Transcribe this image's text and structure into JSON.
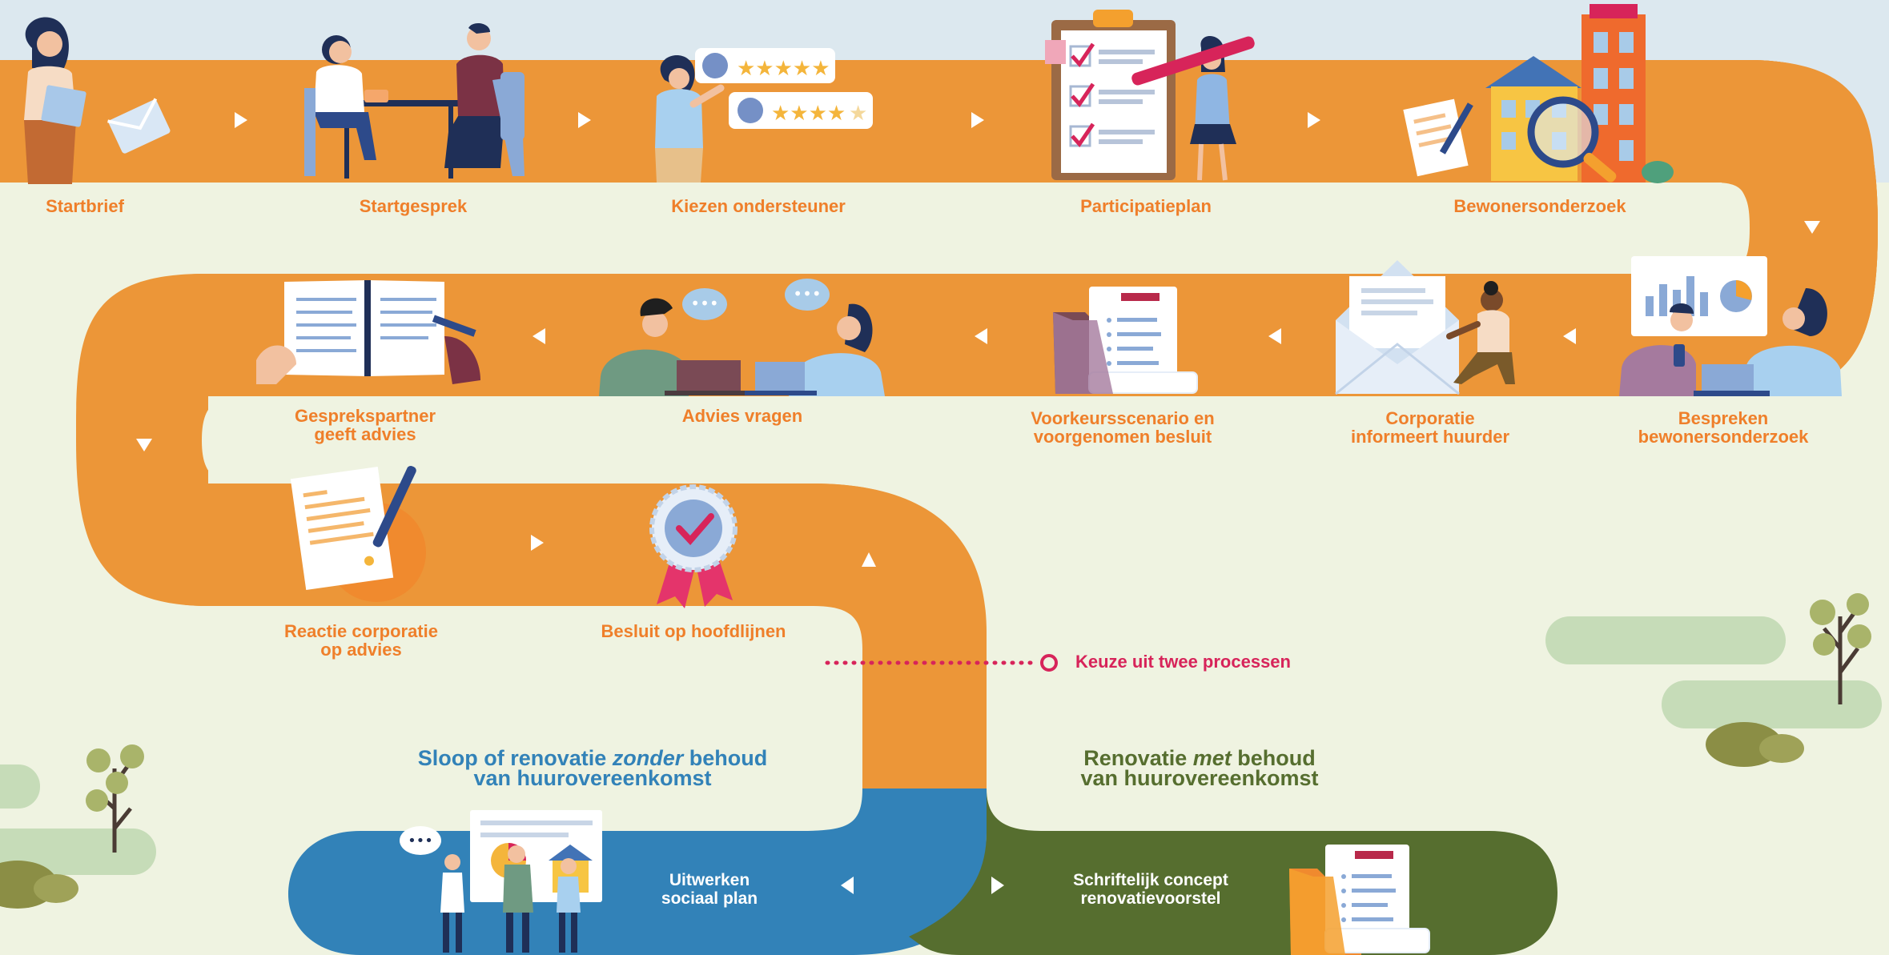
{
  "colors": {
    "sky": "#dce8ef",
    "ground": "#eff3e1",
    "road_orange": "#ec9638",
    "label_orange": "#ef7f2a",
    "road_blue": "#3282b8",
    "road_green": "#566e2f",
    "accent_pink": "#d7245a",
    "bush": "#c6dcb8"
  },
  "steps": [
    {
      "id": "startbrief",
      "label": "Startbrief"
    },
    {
      "id": "startgesprek",
      "label": "Startgesprek"
    },
    {
      "id": "kiezen",
      "label": "Kiezen ondersteuner"
    },
    {
      "id": "participatieplan",
      "label": "Participatieplan"
    },
    {
      "id": "bewonersonderzoek",
      "label": "Bewonersonderzoek"
    },
    {
      "id": "bespreken",
      "line1": "Bespreken",
      "line2": "bewonersonderzoek"
    },
    {
      "id": "corporatie",
      "line1": "Corporatie",
      "line2": "informeert huurder"
    },
    {
      "id": "voorkeur",
      "line1": "Voorkeursscenario en",
      "line2": "voorgenomen besluit"
    },
    {
      "id": "advies",
      "label": "Advies vragen"
    },
    {
      "id": "gesprekspartner",
      "line1": "Gesprekspartner",
      "line2": "geeft advies"
    },
    {
      "id": "reactie",
      "line1": "Reactie corporatie",
      "line2": "op advies"
    },
    {
      "id": "besluit",
      "label": "Besluit op hoofdlijnen"
    }
  ],
  "choice": {
    "label": "Keuze uit twee processen"
  },
  "paths": {
    "zonder": {
      "pre": "Sloop of renovatie ",
      "em": "zonder",
      "post": " behoud",
      "line2": "van huurovereenkomst"
    },
    "met": {
      "pre": "Renovatie ",
      "em": "met",
      "post": " behoud",
      "line2": "van huurovereenkomst"
    }
  },
  "end_steps": {
    "sociaal": {
      "line1": "Uitwerken",
      "line2": "sociaal plan"
    },
    "concept": {
      "line1": "Schriftelijk concept",
      "line2": "renovatievoorstel"
    }
  },
  "icons": [
    "woman-with-letter-icon",
    "envelope-icon",
    "meeting-at-table-icon",
    "rating-reviews-icon",
    "clipboard-checklist-icon",
    "house-with-magnifier-icon",
    "document-pen-icon",
    "presentation-chart-icon",
    "open-envelope-icon",
    "folder-document-icon",
    "chat-laptops-icon",
    "open-book-icon",
    "signed-document-icon",
    "award-ribbon-icon",
    "team-presentation-icon",
    "tree-icon"
  ]
}
